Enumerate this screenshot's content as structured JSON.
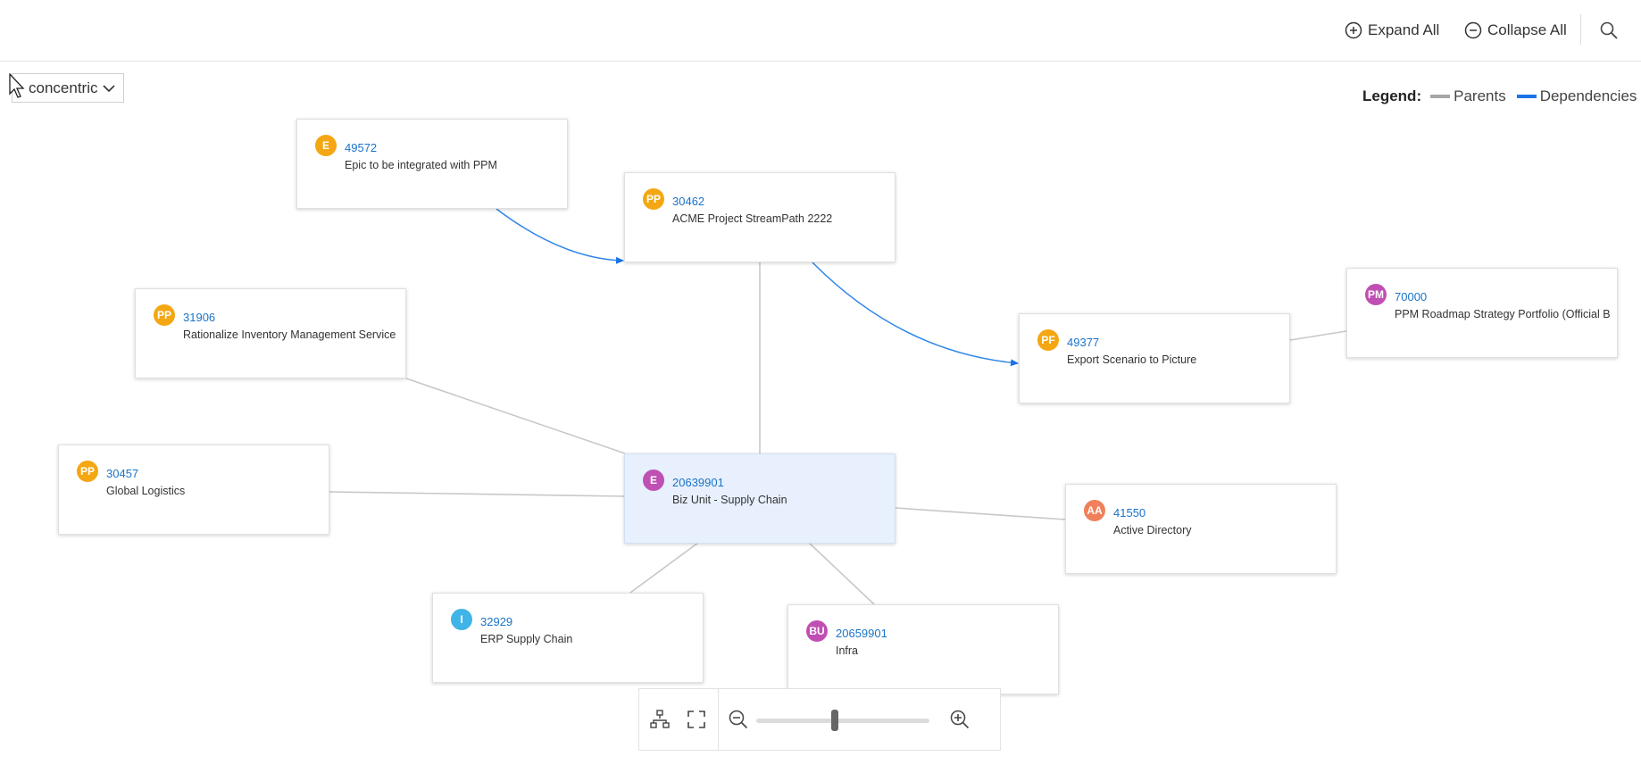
{
  "toolbar": {
    "expand_all": "Expand All",
    "collapse_all": "Collapse All"
  },
  "layout_select": {
    "value": "concentric"
  },
  "legend": {
    "label": "Legend:",
    "parents": "Parents",
    "dependencies": "Dependencies",
    "parents_color": "#a6a6a6",
    "dependencies_color": "#1a73e8"
  },
  "nodes": {
    "n49572": {
      "badge": "E",
      "color": "#f4a712",
      "id": "49572",
      "title": "Epic to be integrated with PPM"
    },
    "n30462": {
      "badge": "PP",
      "color": "#f4a712",
      "id": "30462",
      "title": "ACME Project StreamPath 2222"
    },
    "n70000": {
      "badge": "PM",
      "color": "#c04fb4",
      "id": "70000",
      "title": "PPM Roadmap Strategy Portfolio (Official B"
    },
    "n31906": {
      "badge": "PP",
      "color": "#f4a712",
      "id": "31906",
      "title": "Rationalize Inventory Management Service"
    },
    "n49377": {
      "badge": "PF",
      "color": "#f4a712",
      "id": "49377",
      "title": "Export Scenario to Picture"
    },
    "n30457": {
      "badge": "PP",
      "color": "#f4a712",
      "id": "30457",
      "title": "Global Logistics"
    },
    "n20639901": {
      "badge": "E",
      "color": "#c04fb4",
      "id": "20639901",
      "title": "Biz Unit - Supply Chain"
    },
    "n41550": {
      "badge": "AA",
      "color": "#f0805b",
      "id": "41550",
      "title": "Active Directory"
    },
    "n32929": {
      "badge": "I",
      "color": "#40b4e6",
      "id": "32929",
      "title": "ERP Supply Chain"
    },
    "n20659901": {
      "badge": "BU",
      "color": "#c04fb4",
      "id": "20659901",
      "title": "Infra"
    }
  },
  "zoom": {
    "level": 0.45
  }
}
